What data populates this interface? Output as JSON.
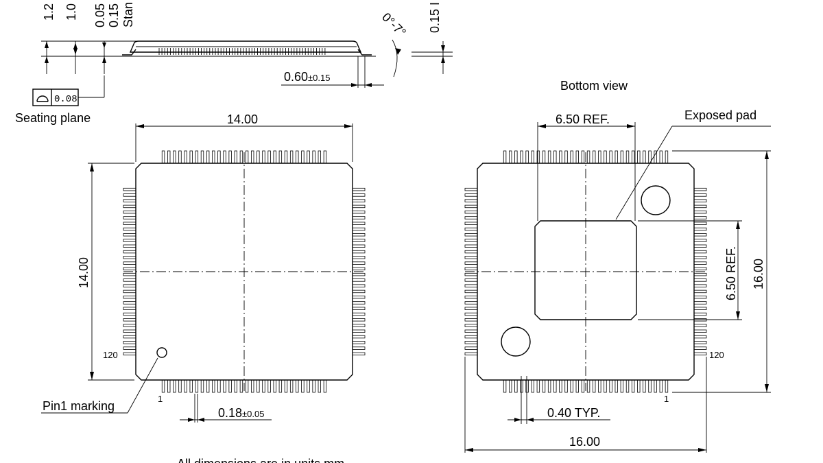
{
  "side_view": {
    "dim_labels": [
      "1.2",
      "1.0",
      "0.05",
      "0.15",
      "Stan"
    ],
    "dim_label_right": "0.15 I",
    "angle_label": "0°-7°",
    "lead_length": "0.60",
    "lead_length_tol": "±0.15",
    "flatness_value": "0.08",
    "seating_plane": "Seating plane"
  },
  "top_view": {
    "width": "14.00",
    "height": "14.00",
    "pin_120": "120",
    "pin_1": "1",
    "pin1_marking": "Pin1 marking",
    "lead_width": "0.18",
    "lead_width_tol": "±0.05"
  },
  "bottom_view": {
    "title": "Bottom view",
    "pad_width": "6.50 REF.",
    "pad_height": "6.50 REF.",
    "exposed_pad": "Exposed pad",
    "overall_height": "16.00",
    "overall_width": "16.00",
    "pitch": "0.40 TYP.",
    "pin_120": "120",
    "pin_1": "1"
  },
  "footer_note": "All dimensions are in units mm"
}
